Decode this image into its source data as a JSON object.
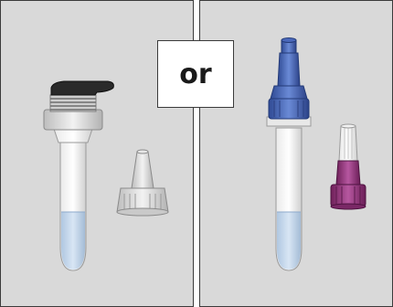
{
  "divider_label": "or",
  "colors": {
    "panel_bg": "#d9d9d9",
    "liquid": "#bcd3ea",
    "blue_cap": "#3f5fb0",
    "purple_cap": "#8a2f74",
    "black_lid": "#2a2a2a"
  },
  "panels": [
    {
      "items": [
        "tube-with-screw-cap-and-flip-lid",
        "dropper-tip-cap"
      ]
    },
    {
      "items": [
        "tube-with-blue-dropper-cap",
        "purple-dropper-cap"
      ]
    }
  ]
}
